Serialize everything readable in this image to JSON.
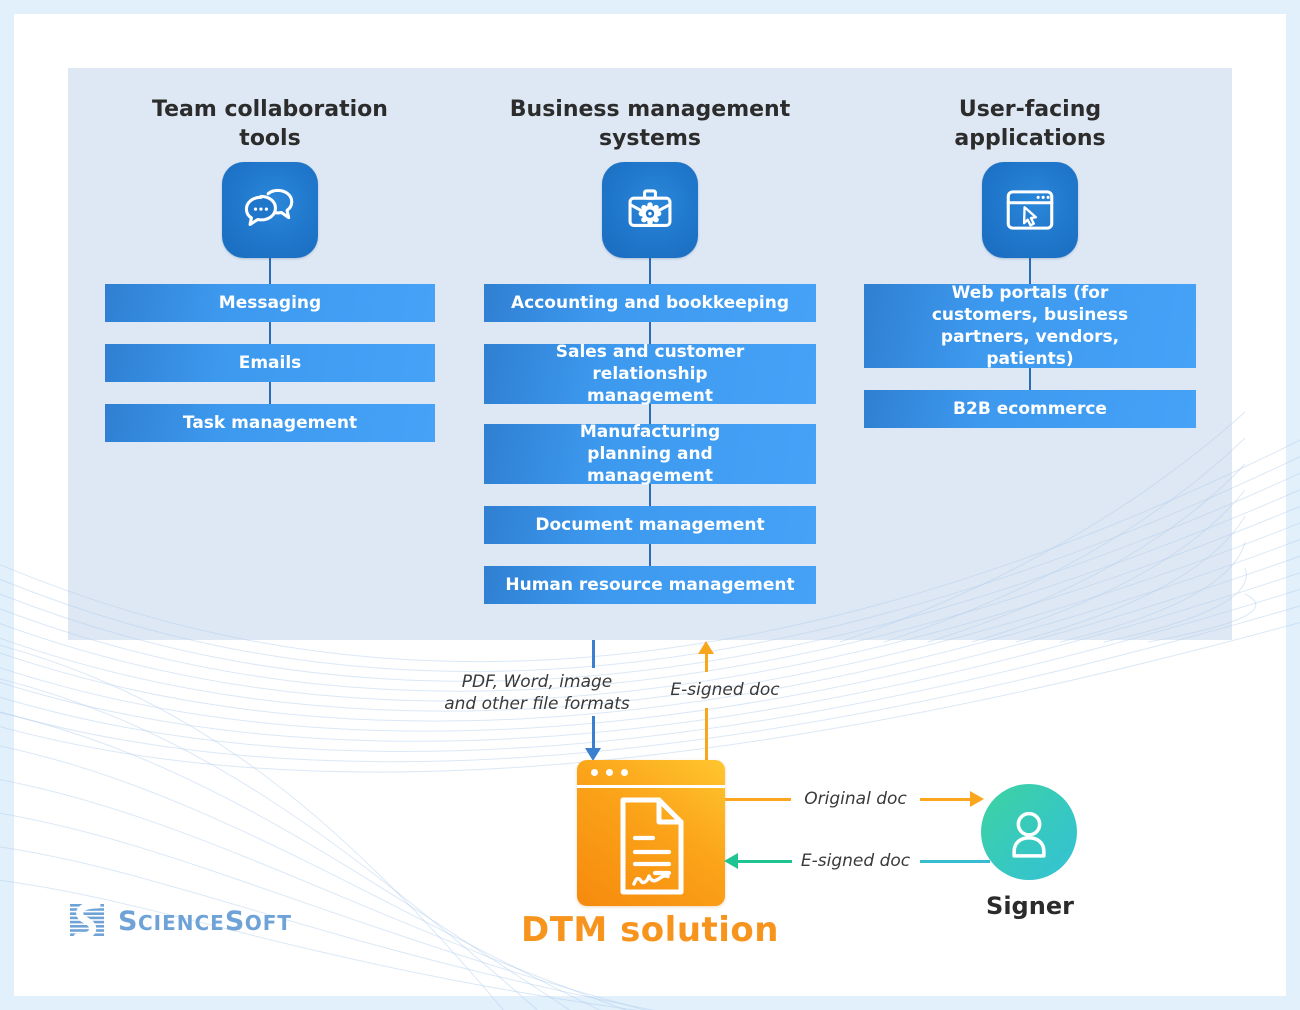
{
  "diagram": {
    "columns": [
      {
        "title": "Team collaboration tools",
        "icon": "chat-icon",
        "items": [
          "Messaging",
          "Emails",
          "Task management"
        ]
      },
      {
        "title": "Business management systems",
        "icon": "briefcase-gear-icon",
        "items": [
          "Accounting and bookkeeping",
          "Sales and customer relationship management",
          "Manufacturing planning and management",
          "Document management",
          "Human resource management"
        ]
      },
      {
        "title": "User-facing applications",
        "icon": "browser-cursor-icon",
        "items": [
          "Web portals (for customers, business partners, vendors, patients)",
          "B2B ecommerce"
        ]
      }
    ],
    "flows": {
      "to_dtm": {
        "line1": "PDF, Word, image",
        "line2": "and other file formats"
      },
      "from_dtm": "E-signed doc",
      "to_signer": "Original doc",
      "from_signer": "E-signed doc"
    },
    "dtm": {
      "label": "DTM solution",
      "icon": "signed-document-icon"
    },
    "signer": {
      "label": "Signer",
      "icon": "person-icon"
    }
  },
  "logo": {
    "text": "ScienceSoft",
    "part1": "S",
    "part2": "cience",
    "part3": "S",
    "part4": "oft"
  },
  "colors": {
    "panel": "#DEE8F4",
    "bar_blue": "#42A0F5",
    "tile_blue": "#1F76CA",
    "connector_blue": "#2A6CB8",
    "flow_blue": "#3A80CF",
    "flow_orange": "#F9A61C",
    "flow_teal_green": "#1FC493",
    "flow_teal_cyan": "#38BCD2",
    "dtm_orange": "#F7941D",
    "signer_teal": "#38C9BE",
    "logo_blue": "#6FA3D8"
  }
}
